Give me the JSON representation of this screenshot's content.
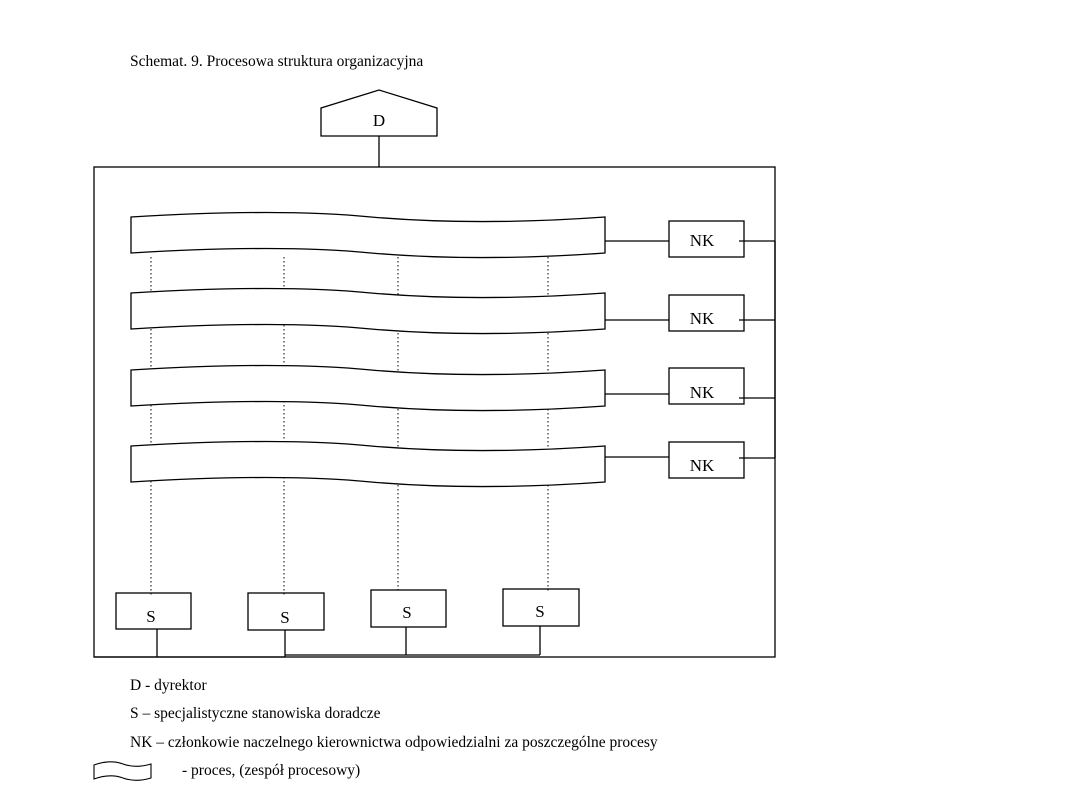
{
  "figure": {
    "title": "Schemat. 9.   Procesowa struktura organizacyjna",
    "director_label": "D",
    "process_owner_label": "NK",
    "specialist_label": "S"
  },
  "legend": {
    "d": "D - dyrektor",
    "s": "S – specjalistyczne stanowiska doradcze",
    "nk": "NK – członkowie naczelnego kierownictwa odpowiedzialni za poszczególne procesy",
    "proces": "-  proces, (zespół procesowy)"
  }
}
